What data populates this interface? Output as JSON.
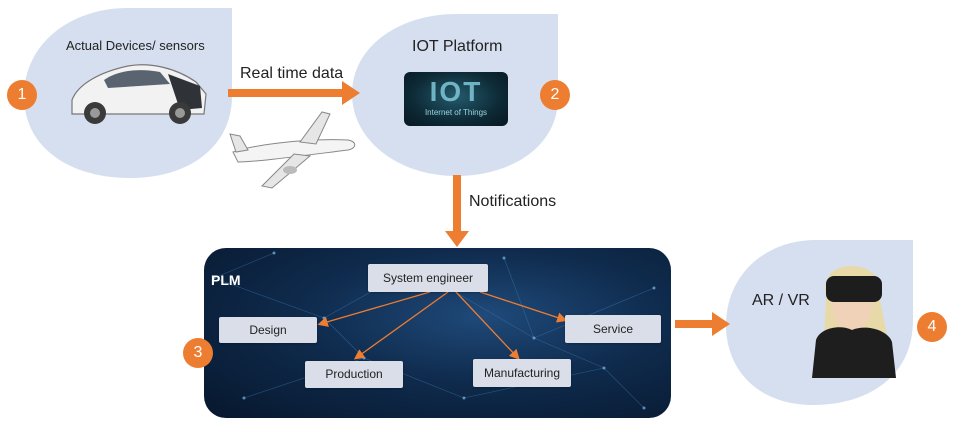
{
  "steps": {
    "devices": {
      "number": "1",
      "label": "Actual Devices/ sensors"
    },
    "iot": {
      "number": "2",
      "label": "IOT Platform",
      "tile_big": "IOT",
      "tile_small": "Internet of Things"
    },
    "plm": {
      "number": "3",
      "label": "PLM"
    },
    "arvr": {
      "number": "4",
      "label": "AR / VR"
    }
  },
  "edges": {
    "realtime": "Real time data",
    "notifications": "Notifications"
  },
  "plm_nodes": {
    "system_engineer": "System engineer",
    "design": "Design",
    "service": "Service",
    "production": "Production",
    "manufacturing": "Manufacturing"
  },
  "icons": [
    "car-image",
    "airplane-image",
    "iot-image",
    "vr-person-image"
  ],
  "colors": {
    "accent": "#ed7d31",
    "cloud": "#d6dff0",
    "node": "#d9dee8",
    "plm_bg": "#0f2b4d"
  }
}
